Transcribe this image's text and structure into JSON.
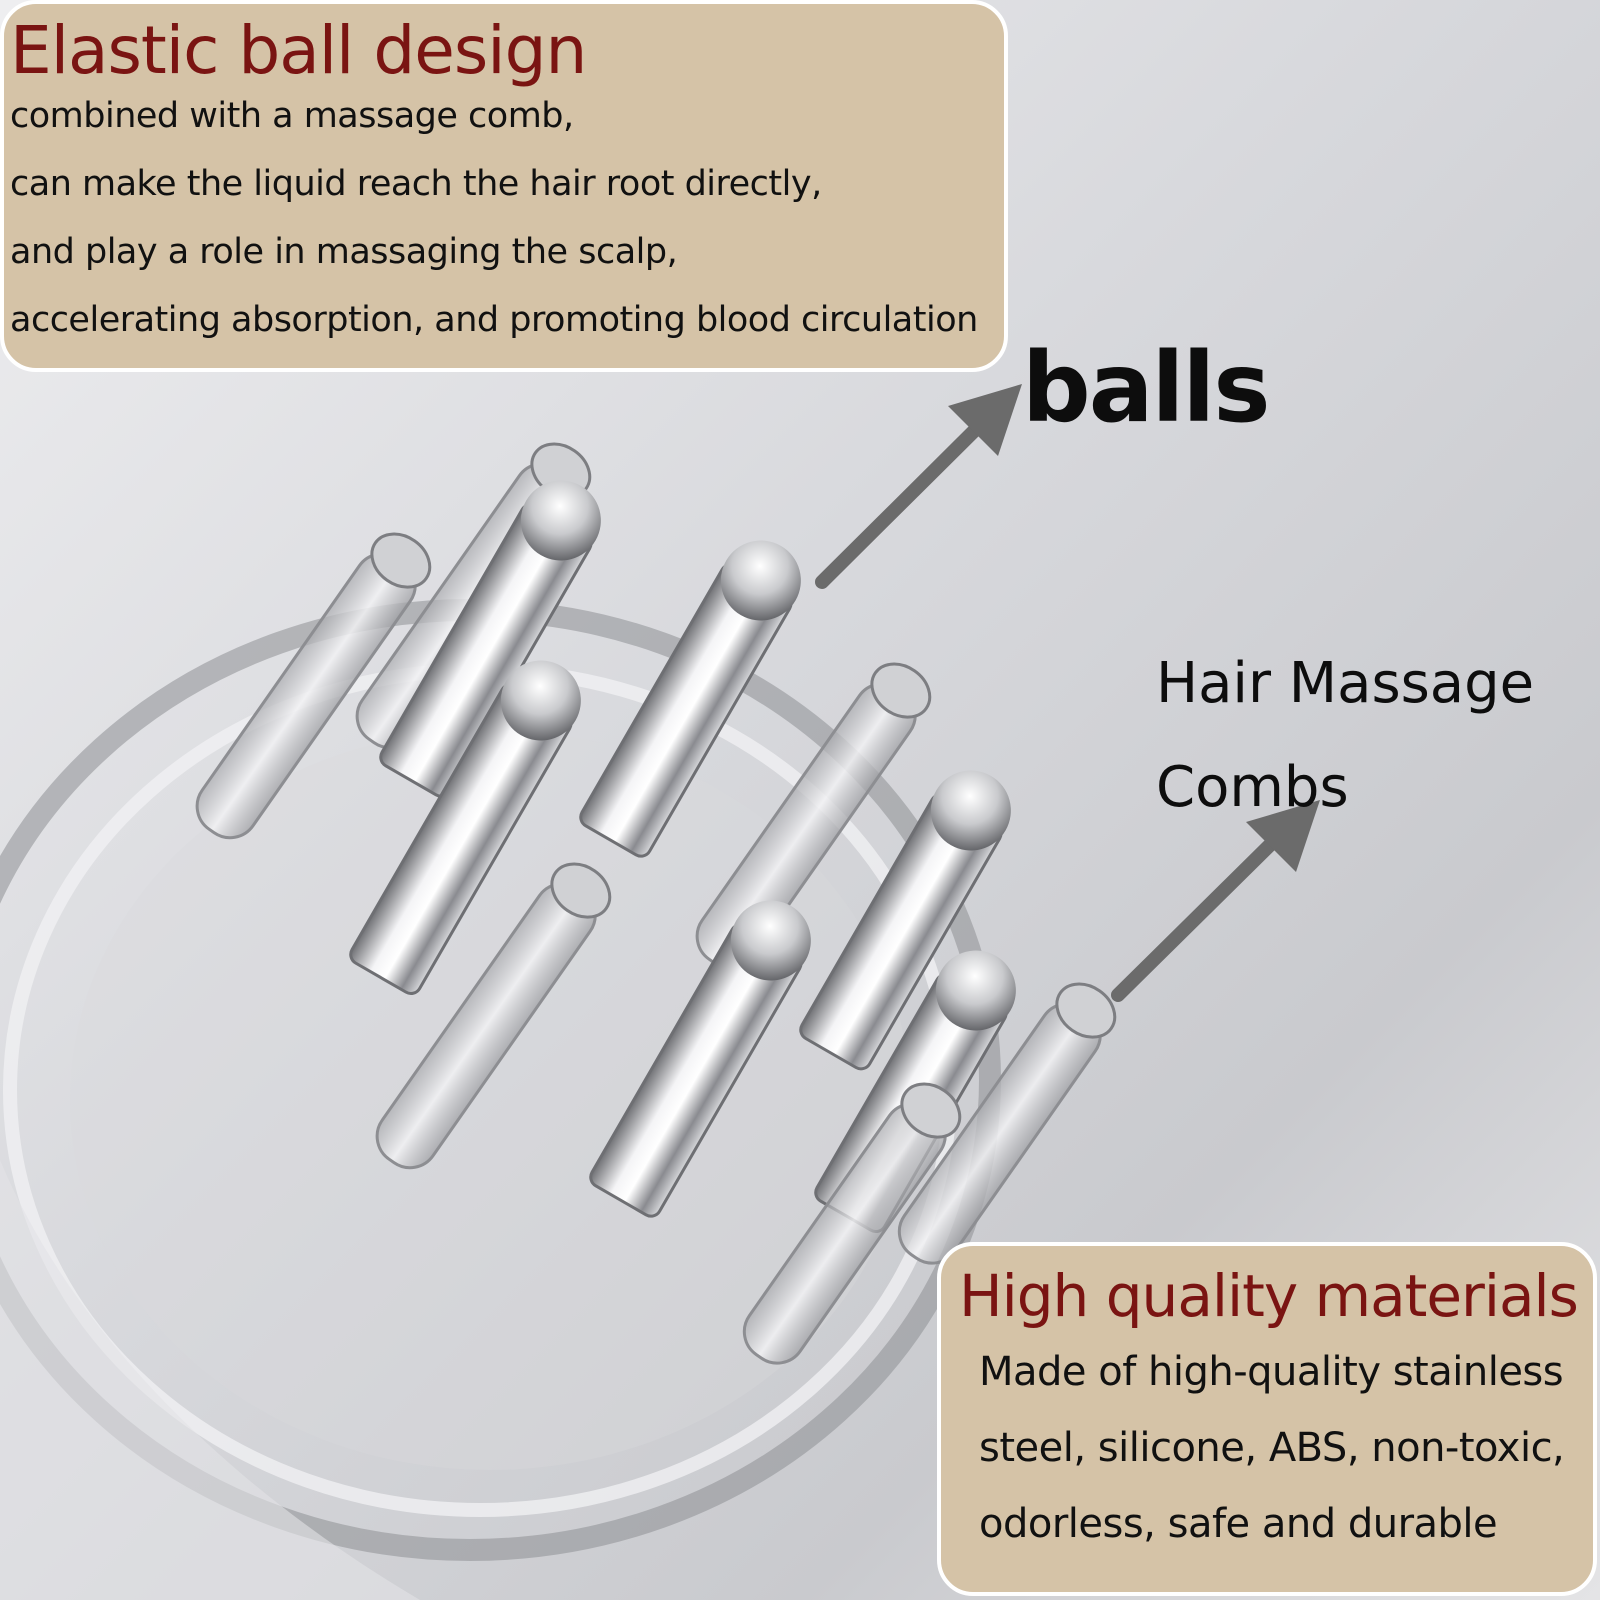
{
  "top_panel": {
    "heading": "Elastic ball design",
    "lines": [
      "combined with a massage comb,",
      "can make the liquid reach the hair root directly,",
      "and play a role in massaging the scalp,",
      "accelerating absorption, and promoting blood circulation"
    ]
  },
  "callouts": {
    "balls": "balls",
    "combs_line1": "Hair Massage",
    "combs_line2": "Combs"
  },
  "bottom_panel": {
    "heading": "High quality materials",
    "lines": [
      "Made of high-quality stainless",
      "steel, silicone, ABS, non-toxic,",
      "odorless, safe and durable"
    ]
  },
  "colors": {
    "panel_fill": "#d5c3a7",
    "heading_text": "#7a1412",
    "arrow": "#6b6b6b"
  }
}
